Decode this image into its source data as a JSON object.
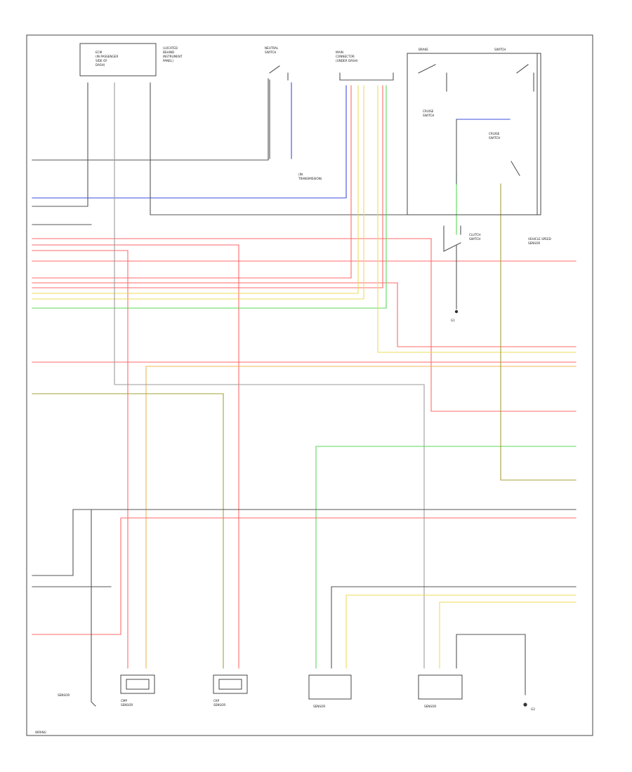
{
  "colors": {
    "black": "#555555",
    "blue": "#3b4ee0",
    "red": "#ff6a6a",
    "yellow": "#ecdc5a",
    "green": "#59d85a",
    "olive": "#a6a036",
    "orange": "#f0b45a",
    "gray": "#9b9b9b"
  },
  "components": {
    "top_left_module": [
      "ECM",
      "(IN PASSENGER",
      "SIDE OF",
      "DASH)"
    ],
    "top_left_module_note": [
      "(LOCATED",
      "BEHIND",
      "INSTRUMENT",
      "PANEL)"
    ],
    "neutral_switch": [
      "NEUTRAL",
      "SWITCH"
    ],
    "neutral_switch_note": [
      "(IN",
      "TRANSMISSION)"
    ],
    "main_connector": [
      "MAIN",
      "CONNECTOR",
      "(UNDER DASH)"
    ],
    "relay_group": [
      "BRAKE",
      "SWITCH"
    ],
    "cruise_switch_1": [
      "CRUISE",
      "SWITCH"
    ],
    "cruise_switch_2": [
      "CRUISE",
      "SWITCH"
    ],
    "clutch_switch": [
      "CLUTCH",
      "SWITCH"
    ],
    "vehicle_speed_sensor": [
      "VEHICLE SPEED",
      "SENSOR"
    ],
    "ground_g1": [
      "G1"
    ],
    "sensor_a": [
      "CMP",
      "SENSOR"
    ],
    "sensor_b": [
      "CKP",
      "SENSOR"
    ],
    "sensor_c": [
      "SENSOR"
    ],
    "sensor_d": [
      "SENSOR"
    ],
    "sensor_e": [
      "SENSOR"
    ],
    "ground_g2": [
      "G2"
    ],
    "footer": [
      "WIRING"
    ]
  }
}
